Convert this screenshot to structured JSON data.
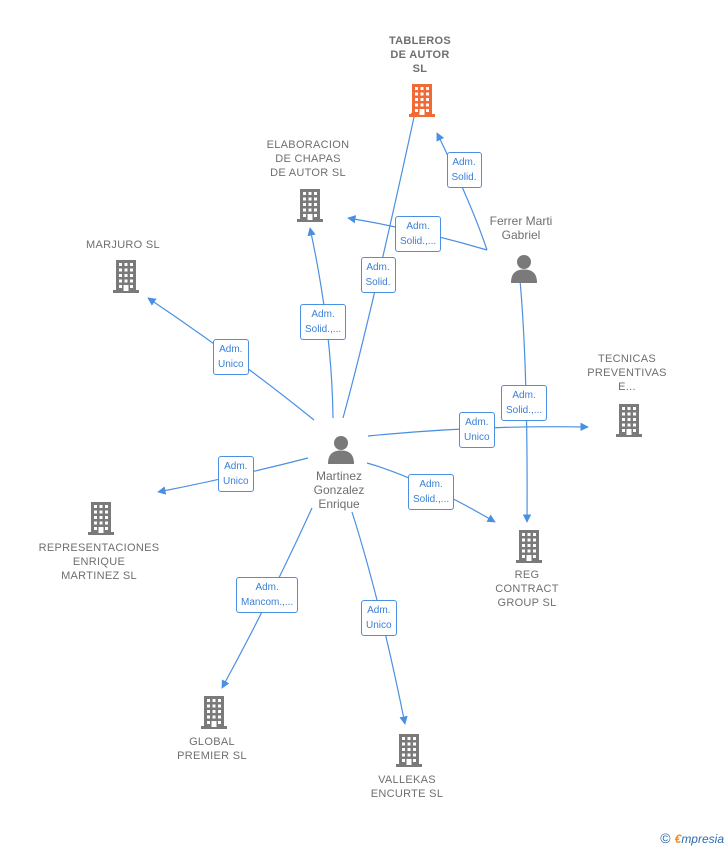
{
  "colors": {
    "edge": "#4a90e2",
    "company": "#7a7a7a",
    "highlight": "#f06a35",
    "person": "#7a7a7a"
  },
  "nodes": [
    {
      "id": "tableros",
      "type": "company",
      "icon": "building-icon",
      "label": "TABLEROS\nDE AUTOR\nSL",
      "highlight": true
    },
    {
      "id": "elaboracion",
      "type": "company",
      "icon": "building-icon",
      "label": "ELABORACION\nDE CHAPAS\nDE AUTOR  SL"
    },
    {
      "id": "marjuro",
      "type": "company",
      "icon": "building-icon",
      "label": "MARJURO SL"
    },
    {
      "id": "tecnicas",
      "type": "company",
      "icon": "building-icon",
      "label": "TECNICAS\nPREVENTIVAS\nE..."
    },
    {
      "id": "representaciones",
      "type": "company",
      "icon": "building-icon",
      "label": "REPRESENTACIONES\nENRIQUE\nMARTINEZ  SL"
    },
    {
      "id": "reg",
      "type": "company",
      "icon": "building-icon",
      "label": "REG\nCONTRACT\nGROUP  SL"
    },
    {
      "id": "global",
      "type": "company",
      "icon": "building-icon",
      "label": "GLOBAL\nPREMIER SL"
    },
    {
      "id": "vallekas",
      "type": "company",
      "icon": "building-icon",
      "label": "VALLEKAS\nENCURTE  SL"
    },
    {
      "id": "martinez",
      "type": "person",
      "icon": "person-icon",
      "label": "Martinez\nGonzalez\nEnrique"
    },
    {
      "id": "ferrer",
      "type": "person",
      "icon": "person-icon",
      "label": "Ferrer Marti\nGabriel"
    }
  ],
  "edges": [
    {
      "from": "ferrer",
      "to": "tableros",
      "label": "Adm.\nSolid."
    },
    {
      "from": "ferrer",
      "to": "elaboracion",
      "label": "Adm.\nSolid.,..."
    },
    {
      "from": "martinez",
      "to": "tableros",
      "label": "Adm.\nSolid."
    },
    {
      "from": "martinez",
      "to": "elaboracion",
      "label": "Adm.\nSolid.,..."
    },
    {
      "from": "martinez",
      "to": "marjuro",
      "label": "Adm.\nUnico"
    },
    {
      "from": "ferrer",
      "to": "reg",
      "label": "Adm.\nSolid.,..."
    },
    {
      "from": "martinez",
      "to": "tecnicas",
      "label": "Adm.\nUnico"
    },
    {
      "from": "martinez",
      "to": "representaciones",
      "label": "Adm.\nUnico"
    },
    {
      "from": "martinez",
      "to": "reg",
      "label": "Adm.\nSolid.,..."
    },
    {
      "from": "martinez",
      "to": "global",
      "label": "Adm.\nMancom.,..."
    },
    {
      "from": "martinez",
      "to": "vallekas",
      "label": "Adm.\nUnico"
    }
  ],
  "footer": {
    "copyright": "©",
    "brand_first": "€",
    "brand_rest": "mpresia"
  }
}
